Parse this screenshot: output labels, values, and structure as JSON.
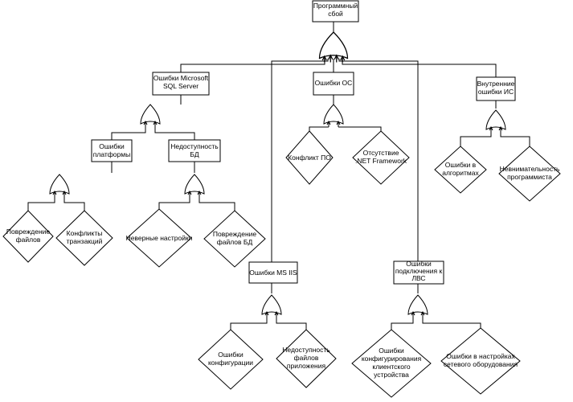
{
  "events": {
    "top": [
      "Программный",
      "сбой"
    ],
    "sql_server": [
      "Ошибки  Microsoft",
      "SQL Server"
    ],
    "os": [
      "Ошибки ОС"
    ],
    "internal": [
      "Внутренние",
      "ошибки ИС"
    ],
    "platform": [
      "Ошибки",
      "платформы"
    ],
    "db_unavailable": [
      "Недоступность",
      "БД"
    ],
    "ms_iis": [
      "Ошибки MS IIS"
    ],
    "lan": [
      "Ошибки",
      "подключения к",
      "ЛВС"
    ]
  },
  "basic_events": {
    "file_damage": [
      "Повреждение",
      "файлов"
    ],
    "tx_conflicts": [
      "Конфликты",
      "транзакций"
    ],
    "wrong_settings": [
      "Неверные настройки"
    ],
    "db_file_damage": [
      "Повреждение",
      "файлов БД"
    ],
    "software_conflict": [
      "Конфликт ПО"
    ],
    "no_net_framework": [
      "Отсутствие",
      ".NET Framework"
    ],
    "algorithm_errors": [
      "Ошибки в",
      "алгоритмах"
    ],
    "programmer_inattention": [
      "Невнимательность",
      "программиста"
    ],
    "config_errors": [
      "Ошибки",
      "конфигурации"
    ],
    "app_files_unavailable": [
      "Недоступность",
      "файлов",
      "приложения"
    ],
    "client_config_errors": [
      "Ошибки",
      "конфигурирования",
      "клиентского",
      "устройства"
    ],
    "network_hw_errors": [
      "Ошибки в настройках",
      "сетевого оборудования"
    ]
  }
}
